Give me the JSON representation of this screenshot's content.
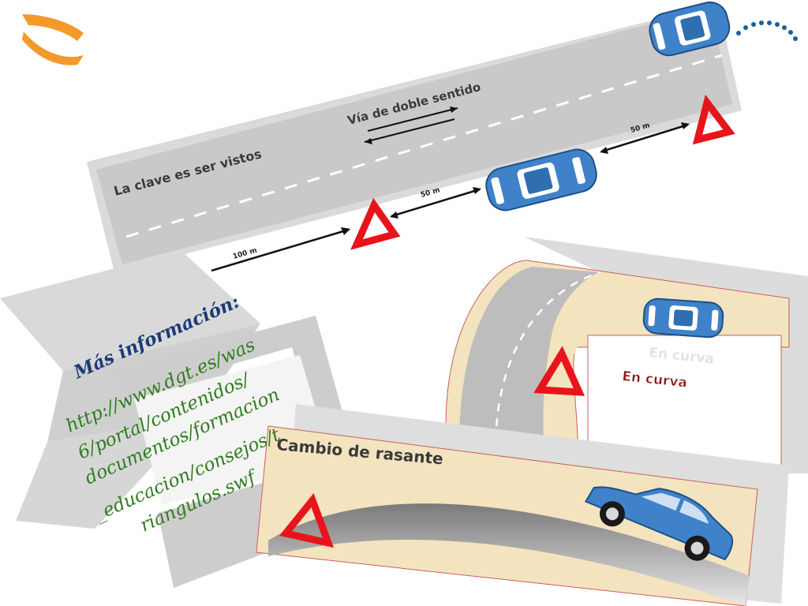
{
  "logo": {
    "name": "orange-swoosh-logo",
    "color": "#f39a2b"
  },
  "corner_dots": {
    "color": "#1a5fa0"
  },
  "colors": {
    "road_gray": "#c8c8c8",
    "road_dark": "#9a9a9a",
    "sand": "#f4e3bf",
    "car_blue": "#3f82c9",
    "triangle_red": "#e8141b",
    "link_green": "#2e7d1e",
    "info_blue": "#1b3a78"
  },
  "panel_top": {
    "title": "La clave es ser vistos",
    "subtitle": "Vía de doble sentido",
    "distances": [
      "100 m",
      "50 m",
      "50 m"
    ]
  },
  "panel_curve": {
    "label_shadow": "En curva",
    "label": "En curva"
  },
  "panel_hill": {
    "title": "Cambio de rasante"
  },
  "info": {
    "heading": "Más información:",
    "lines": [
      "http://www.dgt.es/was",
      "6/portal/contenidos/",
      "documentos/formacion",
      "_educacion/consejos/t",
      "riangulos.swf"
    ]
  }
}
